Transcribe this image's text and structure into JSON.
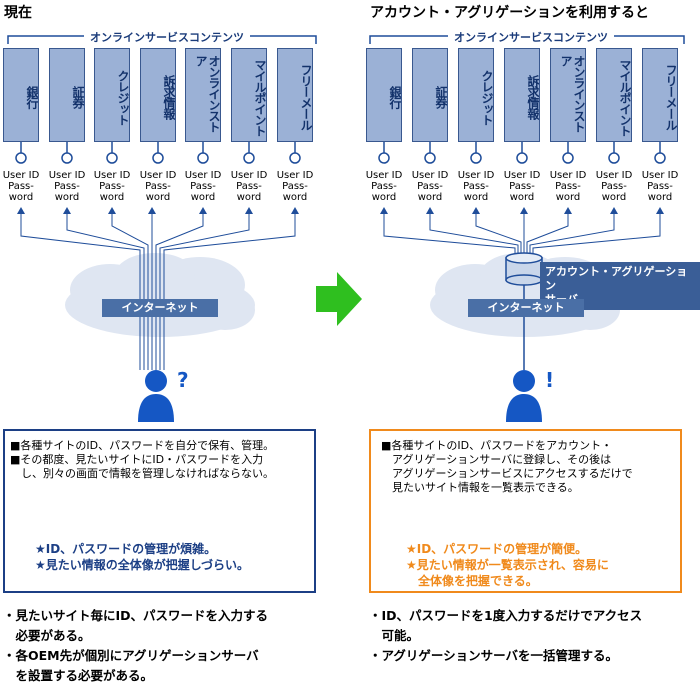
{
  "left": {
    "title": "現在",
    "services_header": "オンラインサービスコンテンツ",
    "services": [
      "銀行",
      "証券",
      "クレジット",
      "訴求情報",
      "オンラインストア",
      "マイルポイント",
      "フリーメール"
    ],
    "user_id_label": "User ID",
    "password_label_1": "Pass-",
    "password_label_2": "word",
    "internet_label": "インターネット",
    "user_mark": "?",
    "box_lines": [
      "■各種サイトのID、パスワードを自分で保有、管理。",
      "■その都度、見たいサイトにID・パスワードを入力",
      "　し、別々の画面で情報を管理しなければならない。"
    ],
    "result_lines": [
      "★ID、パスワードの管理が煩雑。",
      "★見たい情報の全体像が把握しづらい。"
    ],
    "notes": [
      "・見たいサイト毎にID、パスワードを入力する",
      "　必要がある。",
      "・各OEM先が個別にアグリゲーションサーバ",
      "　を設置する必要がある。"
    ]
  },
  "right": {
    "title": "アカウント・アグリゲーションを利用すると",
    "services_header": "オンラインサービスコンテンツ",
    "services": [
      "銀行",
      "証券",
      "クレジット",
      "訴求情報",
      "オンラインストア",
      "マイルポイント",
      "フリーメール"
    ],
    "user_id_label": "User ID",
    "password_label_1": "Pass-",
    "password_label_2": "word",
    "server_label_1": "アカウント・アグリゲーション",
    "server_label_2": "サーバ",
    "internet_label": "インターネット",
    "user_mark": "!",
    "box_lines": [
      "■各種サイトのID、パスワードをアカウント・",
      "　アグリゲーションサーバに登録し、その後は",
      "　アグリゲーションサービスにアクセスするだけで",
      "　見たいサイト情報を一覧表示できる。"
    ],
    "result_lines": [
      "★ID、パスワードの管理が簡便。",
      "★見たい情報が一覧表示され、容易に",
      "　全体像を把握できる。"
    ],
    "notes": [
      "・ID、パスワードを1度入力するだけでアクセス",
      "　可能。",
      "・アグリゲーションサーバを一括管理する。"
    ]
  },
  "colors": {
    "service_fill": "#9bb1d6",
    "service_border": "#39588f",
    "left_box_border": "#1c3f85",
    "left_result": "#1c3f85",
    "right_box_border": "#f08a1c",
    "right_result": "#f08a1c",
    "arrow_green": "#2fbf1f",
    "line_blue": "#1f4d9a"
  }
}
